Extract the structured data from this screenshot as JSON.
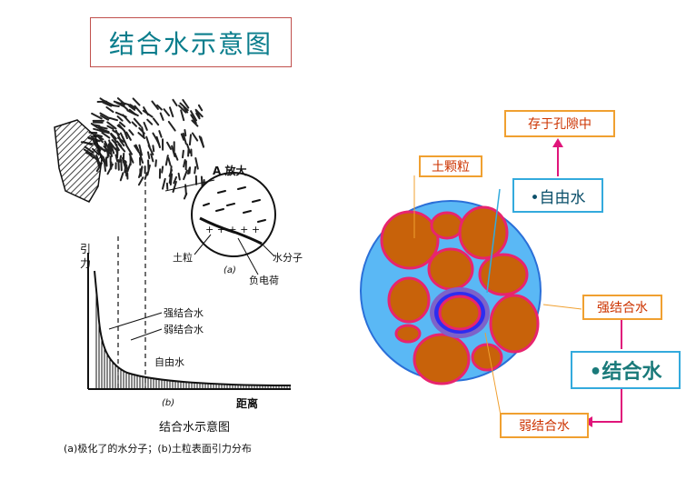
{
  "title": "结合水示意图",
  "left_figure": {
    "label_A_enlarged": "A 放大",
    "label_soil_grain": "土粒",
    "label_water_molecule": "水分子",
    "label_negative_charge": "负电荷",
    "label_a": "(a)",
    "label_attraction": "引\n力",
    "label_strong_bound": "强结合水",
    "label_weak_bound": "弱结合水",
    "label_free_water": "自由水",
    "label_b": "(b)",
    "label_distance": "距离",
    "caption_title": "结合水示意图",
    "caption_sub": "(a)极化了的水分子；(b)土粒表面引力分布"
  },
  "right_figure": {
    "label_in_pores": "存于孔隙中",
    "label_soil_particle": "土颗粒",
    "label_free_water": "•自由水",
    "label_strong_bound": "强结合水",
    "label_bound_water": "•结合水",
    "label_weak_bound": "弱结合水"
  },
  "colors": {
    "title": "#0a7d8c",
    "grain": "#c8620a",
    "grain_border": "#e8246e",
    "water": "#5ab8f5",
    "water_border": "#2a6fd8",
    "strong_ring": "#2d2df0",
    "arrow": "#e0157a",
    "orange_box_border": "#f0a030",
    "blue_box_border": "#33aadd"
  }
}
